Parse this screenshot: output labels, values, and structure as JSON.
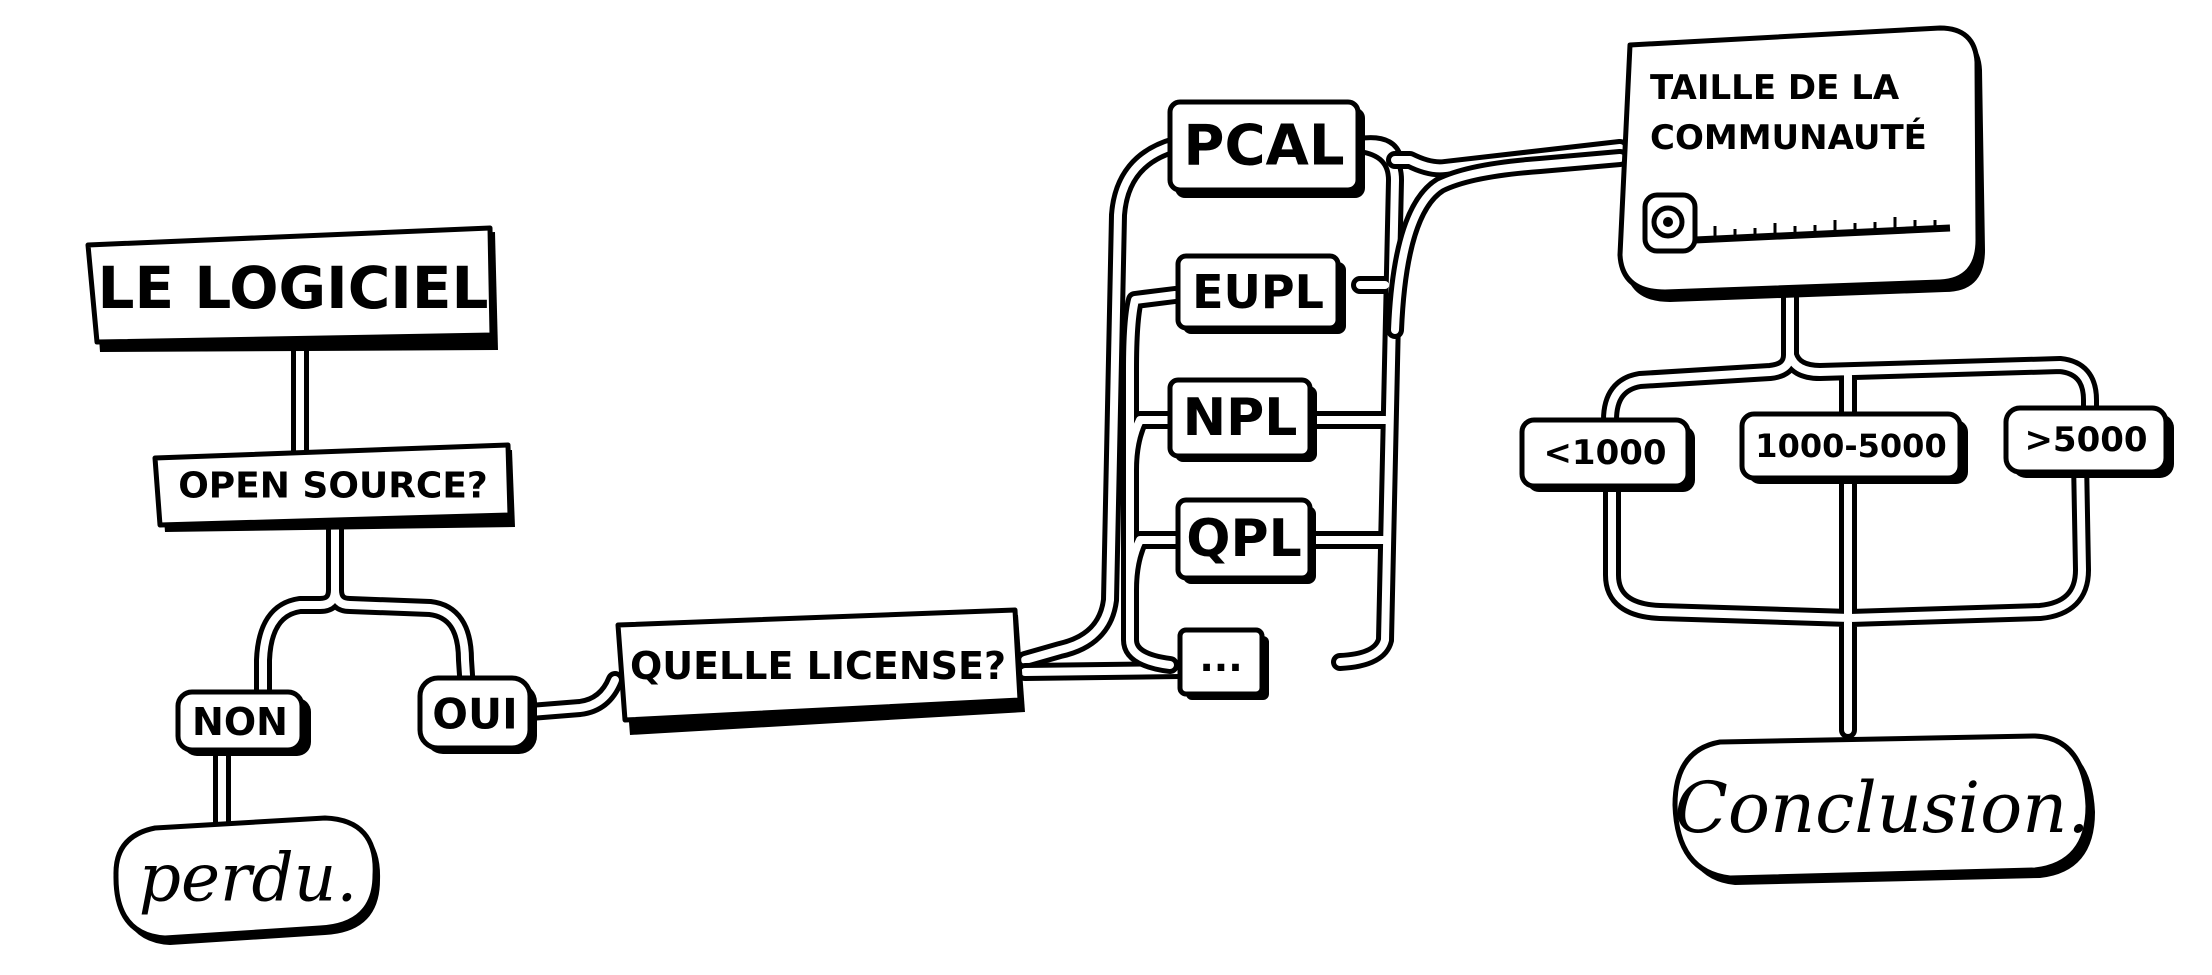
{
  "diagram": {
    "nodes": {
      "logiciel": "LE LOGICIEL",
      "open_source": "OPEN SOURCE?",
      "non": "NON",
      "oui": "OUI",
      "perdu": "perdu.",
      "quelle_license": "QUELLE LICENSE?",
      "pcal": "PCAL",
      "eupl": "EUPL",
      "npl": "NPL",
      "qpl": "QPL",
      "etc": "...",
      "taille_line1": "TAILLE DE LA",
      "taille_line2": "COMMUNAUTÉ",
      "lt1000": "<1000",
      "range": "1000-5000",
      "gt5000": ">5000",
      "conclusion": "Conclusion."
    }
  }
}
